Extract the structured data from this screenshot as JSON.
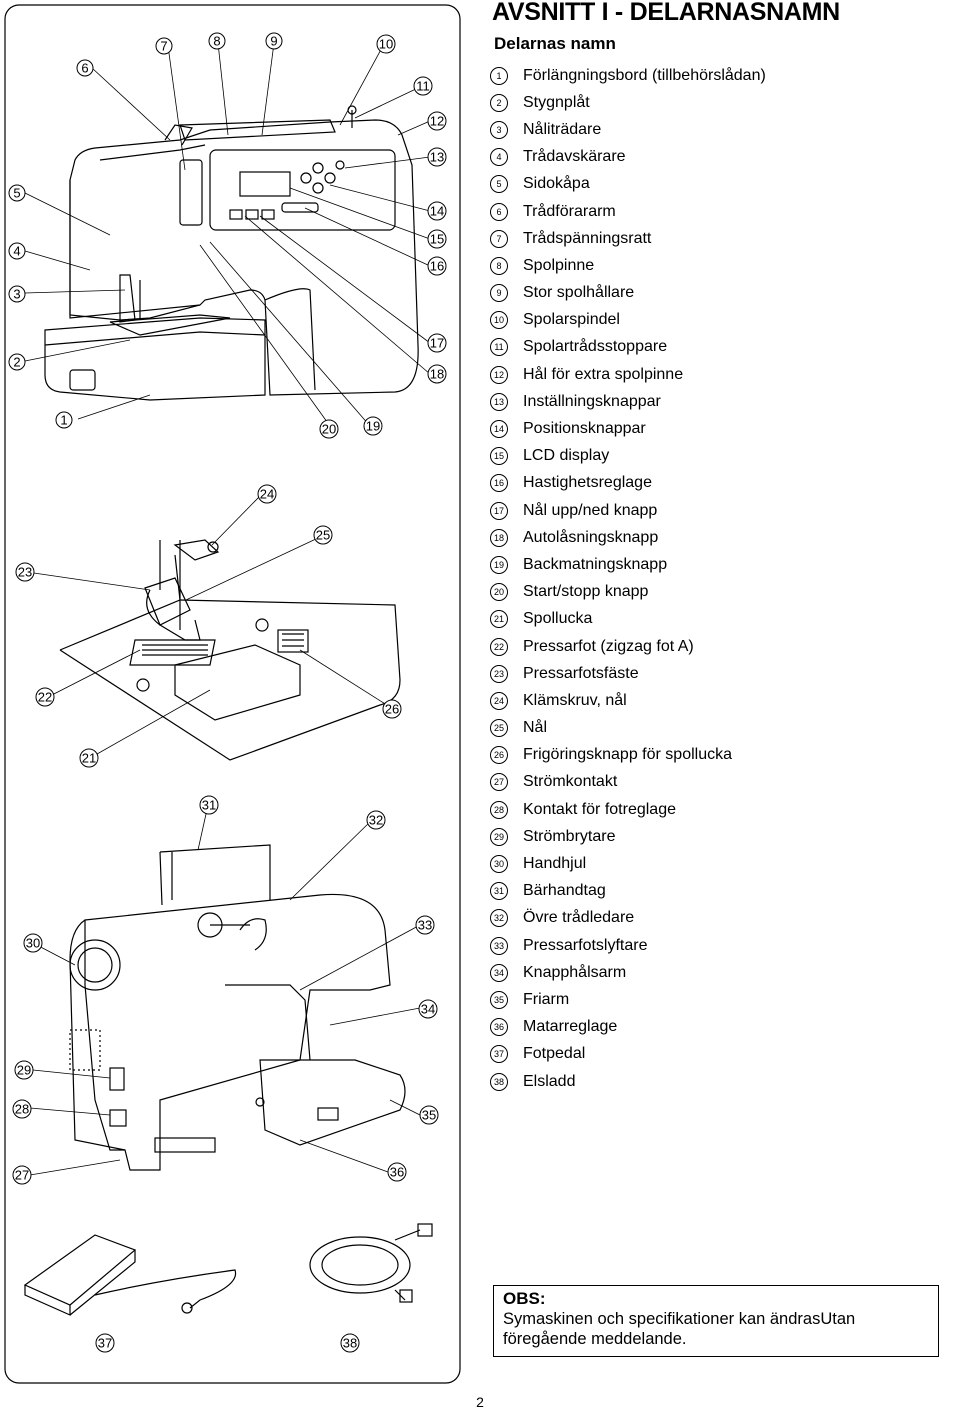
{
  "header": {
    "title": "AVSNITT I - DELARNASNAMN",
    "subtitle": "Delarnas namn"
  },
  "parts": [
    {
      "num": "1",
      "label": "Förlängningsbord (tillbehörslådan)"
    },
    {
      "num": "2",
      "label": "Stygnplåt"
    },
    {
      "num": "3",
      "label": "Nåliträdare"
    },
    {
      "num": "4",
      "label": "Trådavskärare"
    },
    {
      "num": "5",
      "label": "Sidokåpa"
    },
    {
      "num": "6",
      "label": "Trådförararm"
    },
    {
      "num": "7",
      "label": "Trådspänningsratt"
    },
    {
      "num": "8",
      "label": "Spolpinne"
    },
    {
      "num": "9",
      "label": "Stor spolhållare"
    },
    {
      "num": "10",
      "label": "Spolarspindel"
    },
    {
      "num": "11",
      "label": "Spolartrådsstoppare"
    },
    {
      "num": "12",
      "label": "Hål för extra spolpinne"
    },
    {
      "num": "13",
      "label": "Inställningsknappar"
    },
    {
      "num": "14",
      "label": "Positionsknappar"
    },
    {
      "num": "15",
      "label": "LCD display"
    },
    {
      "num": "16",
      "label": "Hastighetsreglage"
    },
    {
      "num": "17",
      "label": "Nål upp/ned knapp"
    },
    {
      "num": "18",
      "label": "Autolåsningsknapp"
    },
    {
      "num": "19",
      "label": "Backmatningsknapp"
    },
    {
      "num": "20",
      "label": "Start/stopp knapp"
    },
    {
      "num": "21",
      "label": "Spollucka"
    },
    {
      "num": "22",
      "label": "Pressarfot (zigzag fot A)"
    },
    {
      "num": "23",
      "label": "Pressarfotsfäste"
    },
    {
      "num": "24",
      "label": "Klämskruv, nål"
    },
    {
      "num": "25",
      "label": "Nål"
    },
    {
      "num": "26",
      "label": "Frigöringsknapp för spollucka"
    },
    {
      "num": "27",
      "label": "Strömkontakt"
    },
    {
      "num": "28",
      "label": "Kontakt för fotreglage"
    },
    {
      "num": "29",
      "label": "Strömbrytare"
    },
    {
      "num": "30",
      "label": "Handhjul"
    },
    {
      "num": "31",
      "label": "Bärhandtag"
    },
    {
      "num": "32",
      "label": "Övre trådledare"
    },
    {
      "num": "33",
      "label": "Pressarfotslyftare"
    },
    {
      "num": "34",
      "label": "Knapphålsarm"
    },
    {
      "num": "35",
      "label": "Friarm"
    },
    {
      "num": "36",
      "label": "Matarreglage"
    },
    {
      "num": "37",
      "label": "Fotpedal"
    },
    {
      "num": "38",
      "label": "Elsladd"
    }
  ],
  "callouts": {
    "c1": "1",
    "c2": "2",
    "c3": "3",
    "c4": "4",
    "c5": "5",
    "c6": "6",
    "c7": "7",
    "c8": "8",
    "c9": "9",
    "c10": "10",
    "c11": "11",
    "c12": "12",
    "c13": "13",
    "c14": "14",
    "c15": "15",
    "c16": "16",
    "c17": "17",
    "c18": "18",
    "c19": "19",
    "c20": "20",
    "c21": "21",
    "c22": "22",
    "c23": "23",
    "c24": "24",
    "c25": "25",
    "c26": "26",
    "c27": "27",
    "c28": "28",
    "c29": "29",
    "c30": "30",
    "c31": "31",
    "c32": "32",
    "c33": "33",
    "c34": "34",
    "c35": "35",
    "c36": "36",
    "c37": "37",
    "c38": "38"
  },
  "note": {
    "title": "OBS:",
    "text": "Symaskinen och specifikationer kan ändrasUtan föregående meddelande."
  },
  "footer": {
    "page": "2"
  }
}
